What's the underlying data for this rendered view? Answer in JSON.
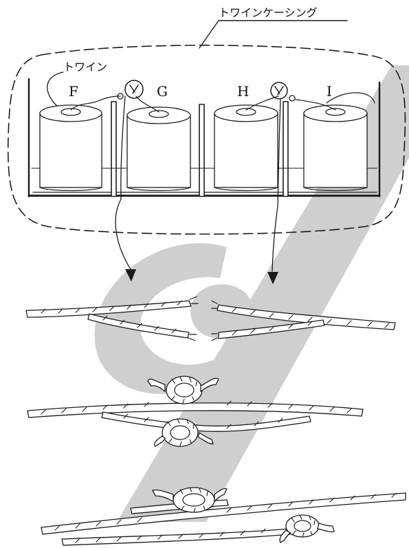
{
  "labels": {
    "twine_casing": "トワインケーシング",
    "twine": "トワイン",
    "spools": [
      "F",
      "G",
      "H",
      "I"
    ]
  },
  "colors": {
    "ink": "#1a1a1a",
    "watermark": "#cfcfcf",
    "background": "#ffffff"
  }
}
